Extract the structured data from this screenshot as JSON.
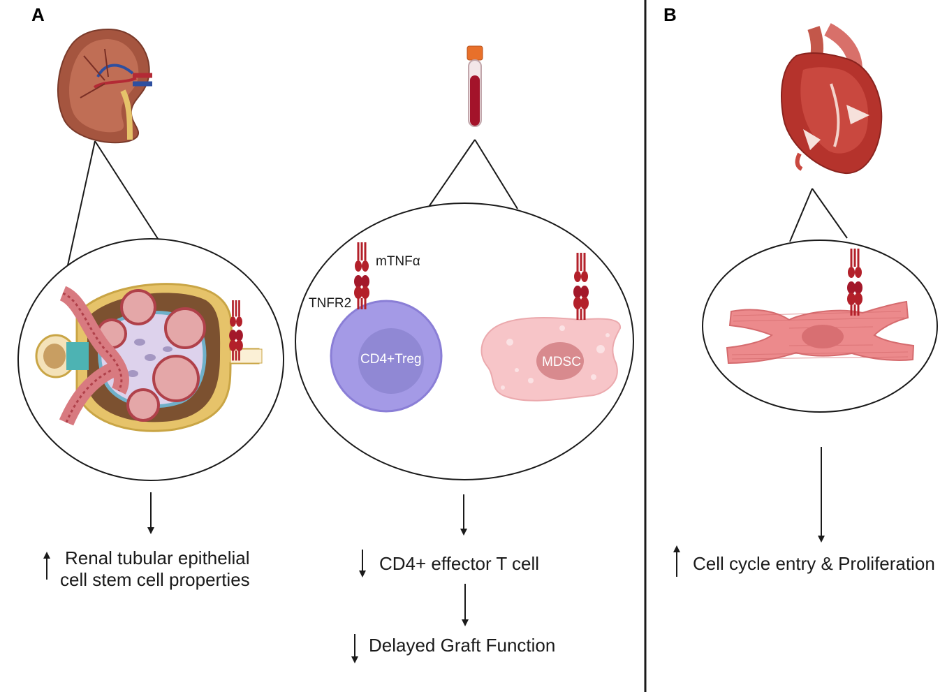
{
  "panels": {
    "a_label": "A",
    "b_label": "B"
  },
  "labels": {
    "mtnfa": "mTNFα",
    "tnfr2": "TNFR2",
    "treg": "CD4+Treg",
    "mdsc": "MDSC"
  },
  "outcomes": {
    "kidney_line1": "Renal tubular epithelial",
    "kidney_line2": "cell stem cell properties",
    "effector": "CD4+ effector T cell",
    "graft": "Delayed Graft Function",
    "heart": "Cell cycle entry & Proliferation"
  },
  "colors": {
    "receptor": "#b3202a",
    "kidney": "#a5553f",
    "blood": "#a3132a",
    "cap": "#e8702a",
    "treg": "#a49ae6",
    "mdsc": "#f7c5c8",
    "myocyte": "#ec8a8c",
    "heart": "#b5332c"
  }
}
